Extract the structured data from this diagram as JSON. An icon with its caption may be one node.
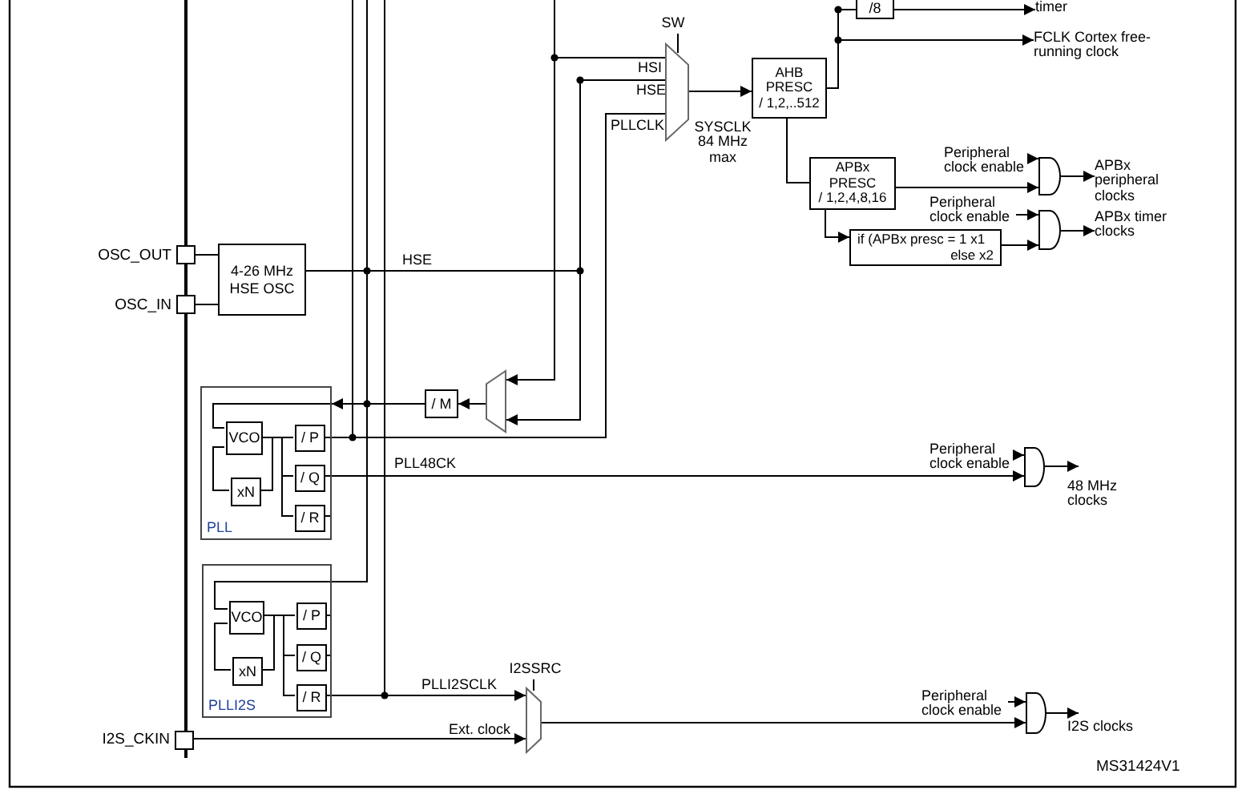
{
  "diagram": {
    "nodes": [
      {
        "text": [
          "OSC_OUT"
        ]
      },
      {
        "text": [
          "OSC_IN"
        ]
      },
      {
        "text": [
          "4-26 MHz",
          "HSE OSC"
        ]
      },
      {
        "text": [
          "/8"
        ]
      },
      {
        "text": [
          "timer"
        ]
      },
      {
        "text": [],
        "shape": "trapezoid",
        "beside": [
          "SW",
          "SYSCLK 84 MHz max"
        ]
      },
      {
        "text": [
          "AHB PRESC",
          "/ 1,2,..512"
        ]
      },
      {
        "text": [
          "FCLK Cortex free-running clock"
        ]
      },
      {
        "text": [
          "APBx PRESC",
          "/ 1,2,4,8,16"
        ]
      },
      {
        "text": [
          "if (APBx presc = 1 x1",
          "else x2"
        ]
      },
      {
        "text": [],
        "shape": "gate"
      },
      {
        "text": [],
        "shape": "gate"
      },
      {
        "text": [
          "APBx peripheral clocks"
        ]
      },
      {
        "text": [
          "APBx timer clocks"
        ]
      },
      {
        "text": [
          "Peripheral clock enable"
        ]
      },
      {
        "text": [
          "Peripheral clock enable"
        ]
      },
      {
        "text": [
          "PLL"
        ]
      },
      {
        "text": [
          "VCO"
        ],
        "in": 16
      },
      {
        "text": [
          "xN"
        ],
        "in": 16
      },
      {
        "text": [
          "/ P"
        ],
        "in": 16
      },
      {
        "text": [
          "/ Q"
        ],
        "in": 16
      },
      {
        "text": [
          "/ R"
        ],
        "in": 16
      },
      {
        "text": [
          "/ M"
        ]
      },
      {
        "text": [],
        "shape": "trapezoid"
      },
      {
        "text": [
          "PLLI2S"
        ]
      },
      {
        "text": [
          "VCO"
        ],
        "in": 24
      },
      {
        "text": [
          "xN"
        ],
        "in": 24
      },
      {
        "text": [
          "/ P"
        ],
        "in": 24
      },
      {
        "text": [
          "/ Q"
        ],
        "in": 24
      },
      {
        "text": [
          "/ R"
        ],
        "in": 24
      },
      {
        "text": [
          "I2S_CKIN"
        ]
      },
      {
        "text": [],
        "shape": "trapezoid",
        "beside": [
          "I2SSRC"
        ]
      },
      {
        "text": [],
        "shape": "gate"
      },
      {
        "text": [
          "Peripheral clock enable"
        ]
      },
      {
        "text": [
          "48 MHz clocks"
        ]
      },
      {
        "text": [],
        "shape": "gate"
      },
      {
        "text": [
          "Peripheral clock enable"
        ]
      },
      {
        "text": [
          "I2S clocks"
        ]
      }
    ],
    "edges": [
      {
        "from": 0,
        "to": 2,
        "arrow": "none"
      },
      {
        "from": 1,
        "to": 2,
        "arrow": "none"
      },
      {
        "from": 2,
        "to": 5,
        "arrow": "none",
        "label": "HSE"
      },
      {
        "from": 2,
        "to": 23,
        "arrow": "to",
        "label": "HSE"
      },
      {
        "from": null,
        "to": 5,
        "arrow": "none",
        "label": "HSI"
      },
      {
        "from": null,
        "to": 23,
        "arrow": "to"
      },
      {
        "from": 19,
        "to": 5,
        "arrow": "none",
        "label": "PLLCLK"
      },
      {
        "from": 19,
        "to": null,
        "arrow": "none"
      },
      {
        "from": 2,
        "to": null,
        "arrow": "none"
      },
      {
        "from": 23,
        "to": 22,
        "arrow": "to"
      },
      {
        "from": 22,
        "to": 16,
        "arrow": "to"
      },
      {
        "from": 16,
        "to": 17,
        "arrow": "none"
      },
      {
        "from": 22,
        "to": 25,
        "arrow": "none"
      },
      {
        "from": 2,
        "to": 25,
        "arrow": "none"
      },
      {
        "from": 18,
        "to": 17,
        "arrow": "none"
      },
      {
        "from": 17,
        "to": 18,
        "arrow": "none"
      },
      {
        "from": 17,
        "to": 19,
        "arrow": "none"
      },
      {
        "from": 17,
        "to": 20,
        "arrow": "none"
      },
      {
        "from": 17,
        "to": 21,
        "arrow": "none"
      },
      {
        "from": 21,
        "to": null,
        "arrow": "none"
      },
      {
        "from": 26,
        "to": 25,
        "arrow": "none"
      },
      {
        "from": 25,
        "to": 26,
        "arrow": "none"
      },
      {
        "from": 25,
        "to": 27,
        "arrow": "none"
      },
      {
        "from": 25,
        "to": 28,
        "arrow": "none"
      },
      {
        "from": 25,
        "to": 29,
        "arrow": "none"
      },
      {
        "from": 27,
        "to": null,
        "arrow": "none"
      },
      {
        "from": 28,
        "to": null,
        "arrow": "none"
      },
      {
        "from": 29,
        "to": 31,
        "arrow": "to",
        "label": "PLLI2SCLK"
      },
      {
        "from": 29,
        "to": null,
        "arrow": "none"
      },
      {
        "from": 30,
        "to": 31,
        "arrow": "to",
        "label": "Ext. clock"
      },
      {
        "from": 31,
        "to": 35,
        "arrow": "to"
      },
      {
        "from": 36,
        "to": 35,
        "arrow": "to"
      },
      {
        "from": 35,
        "to": 37,
        "arrow": "to"
      },
      {
        "from": 20,
        "to": 32,
        "arrow": "to",
        "label": "PLL48CK"
      },
      {
        "from": 33,
        "to": 32,
        "arrow": "to"
      },
      {
        "from": 32,
        "to": 34,
        "arrow": "to"
      },
      {
        "from": 5,
        "to": 6,
        "arrow": "to"
      },
      {
        "from": 6,
        "to": 7,
        "arrow": "to"
      },
      {
        "from": 6,
        "to": 3,
        "arrow": "none"
      },
      {
        "from": 3,
        "to": 4,
        "arrow": "to"
      },
      {
        "from": 6,
        "to": 8,
        "arrow": "none"
      },
      {
        "from": 8,
        "to": 10,
        "arrow": "to"
      },
      {
        "from": 14,
        "to": 10,
        "arrow": "to"
      },
      {
        "from": 10,
        "to": 12,
        "arrow": "to"
      },
      {
        "from": 8,
        "to": 9,
        "arrow": "to"
      },
      {
        "from": 9,
        "to": 11,
        "arrow": "to"
      },
      {
        "from": 15,
        "to": 11,
        "arrow": "to"
      },
      {
        "from": 11,
        "to": 13,
        "arrow": "to"
      }
    ],
    "labels": [
      "MS31424V1"
    ]
  }
}
